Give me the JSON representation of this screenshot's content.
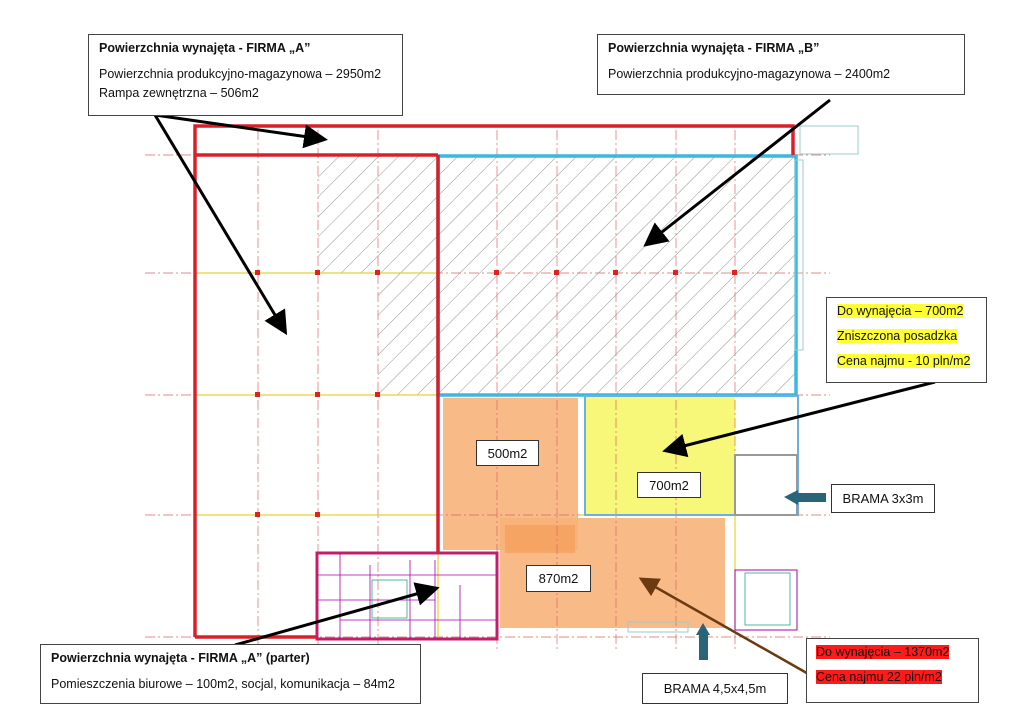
{
  "callouts": {
    "firma_a": {
      "title": "Powierzchnia wynajęta - FIRMA „A”",
      "line1": "Powierzchnia produkcyjno-magazynowa – 2950m2",
      "line2": "Rampa zewnętrzna – 506m2"
    },
    "firma_b": {
      "title": "Powierzchnia wynajęta - FIRMA „B”",
      "line1": "Powierzchnia produkcyjno-magazynowa – 2400m2"
    },
    "firma_a_parter": {
      "title": "Powierzchnia wynajęta - FIRMA „A” (parter)",
      "line1": "Pomieszczenia biurowe – 100m2, socjal, komunikacja – 84m2"
    },
    "rent_700": {
      "line1": "Do wynajęcia – 700m2",
      "line2": "Zniszczona posadzka",
      "line3": "Cena najmu  - 10 pln/m2"
    },
    "rent_1370": {
      "line1": "Do wynajęcia  – 1370m2",
      "line2": "Cena najmu 22 pln/m2"
    },
    "gate_3": "BRAMA 3x3m",
    "gate_45": "BRAMA 4,5x4,5m"
  },
  "areas": {
    "a500": "500m2",
    "a700": "700m2",
    "a870": "870m2"
  },
  "colors": {
    "firma_a": "#d9202a",
    "firma_b": "#3fb6e0",
    "available_yellow": "#f7f77a",
    "available_orange": "#f7b27a",
    "office": "#c0206a"
  }
}
